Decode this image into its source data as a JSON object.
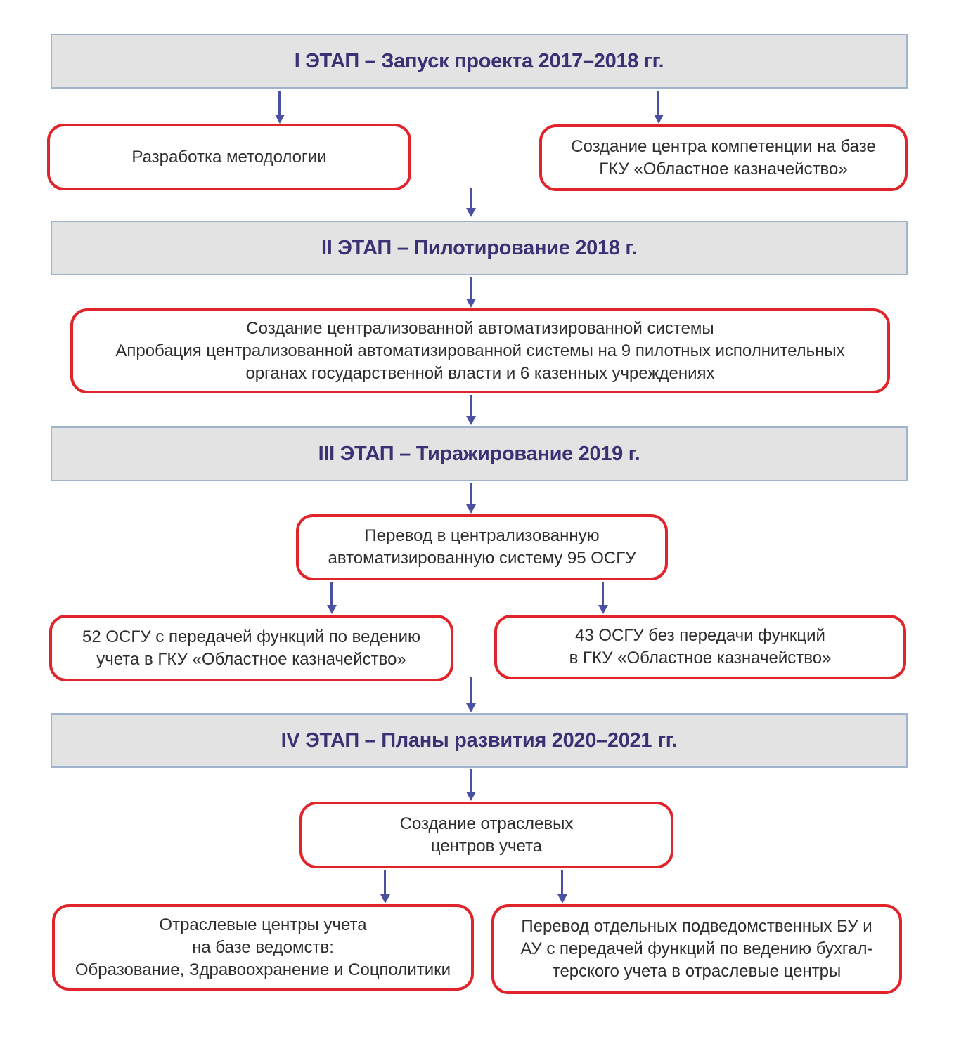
{
  "colors": {
    "header_bg": "#e3e3e3",
    "header_border": "#9fb3cd",
    "header_text": "#393174",
    "box_border": "#e1242a",
    "box_text": "#2d2d2d",
    "arrow": "#4b51a1"
  },
  "diagram": {
    "stages": [
      {
        "header": "I ЭТАП – Запуск проекта 2017–2018 гг.",
        "boxes": [
          {
            "lines": [
              "Разработка методологии"
            ]
          },
          {
            "lines": [
              "Создание центра компетенции на базе",
              "ГКУ «Областное казначейство»"
            ]
          }
        ]
      },
      {
        "header": "II ЭТАП – Пилотирование 2018 г.",
        "boxes": [
          {
            "lines": [
              "Создание централизованной автоматизированной системы",
              "Апробация централизованной автоматизированной системы на 9 пилотных исполнительных",
              "органах государственной власти и 6 казенных учреждениях"
            ]
          }
        ]
      },
      {
        "header": "III ЭТАП – Тиражирование 2019 г.",
        "boxes": [
          {
            "lines": [
              "Перевод в централизованную",
              "автоматизированную систему 95 ОСГУ"
            ]
          },
          {
            "lines": [
              "52 ОСГУ с передачей функций по ведению",
              "учета в ГКУ «Областное казначейство»"
            ]
          },
          {
            "lines": [
              "43 ОСГУ без передачи функций",
              "в ГКУ «Областное казначейство»"
            ]
          }
        ]
      },
      {
        "header": "IV ЭТАП – Планы развития 2020–2021 гг.",
        "boxes": [
          {
            "lines": [
              "Создание отраслевых",
              "центров учета"
            ]
          },
          {
            "lines": [
              "Отраслевые центры учета",
              "на базе ведомств:",
              "Образование, Здравоохранение и Соцполитики"
            ]
          },
          {
            "lines": [
              "Перевод отдельных подведомственных БУ и",
              "АУ с передачей функций по ведению бухгал-",
              "терского учета в отраслевые центры"
            ]
          }
        ]
      }
    ]
  }
}
